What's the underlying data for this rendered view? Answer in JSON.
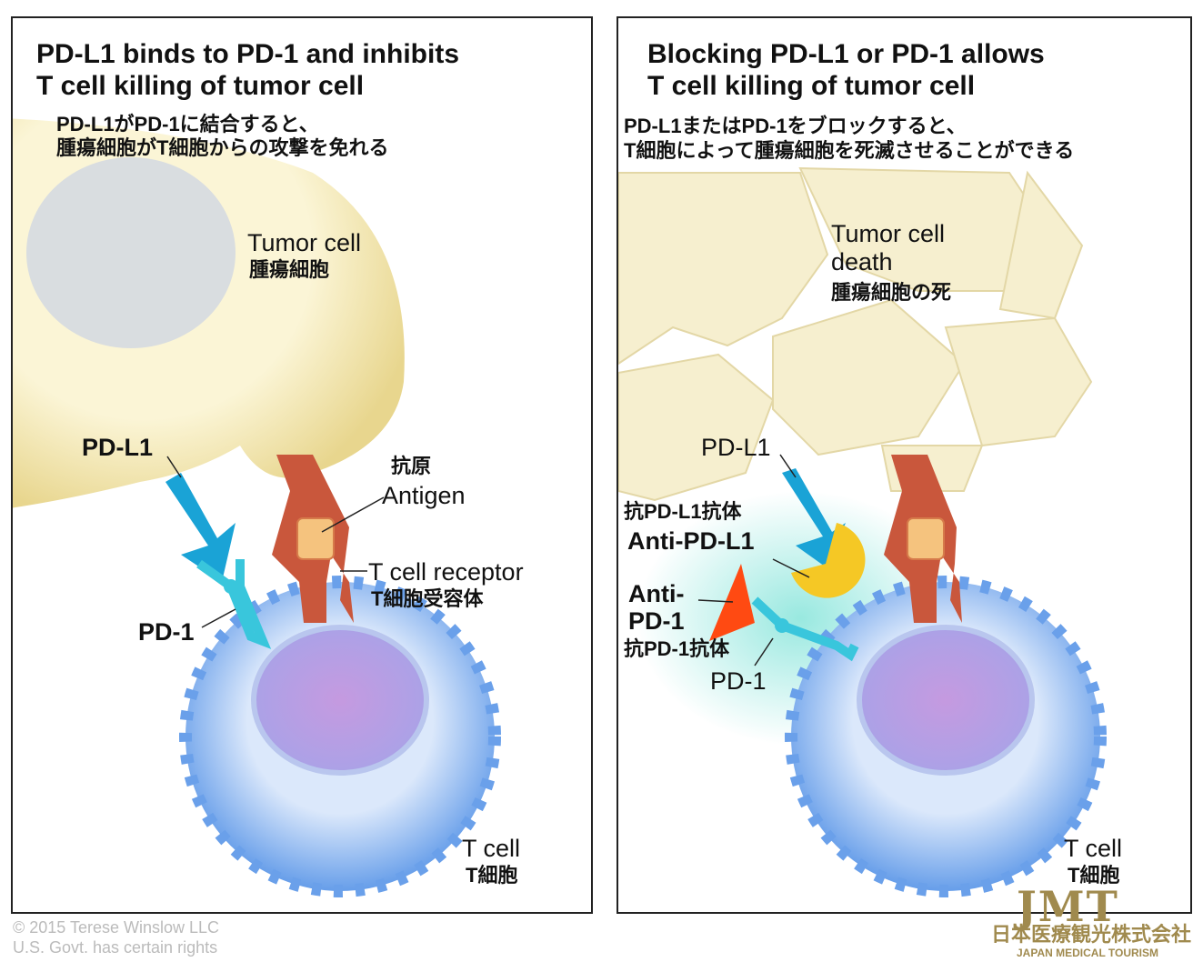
{
  "left_panel": {
    "title_line1": "PD-L1 binds to PD-1 and inhibits",
    "title_line2": "T cell killing of tumor cell",
    "jp_line1": "PD-L1がPD-1に結合すると、",
    "jp_line2": "腫瘍細胞がT細胞からの攻撃を免れる",
    "tumor_cell": "Tumor cell",
    "tumor_cell_jp": "腫瘍細胞",
    "pdl1": "PD-L1",
    "antigen_jp": "抗原",
    "antigen": "Antigen",
    "tcr": "T cell receptor",
    "tcr_jp": "T細胞受容体",
    "pd1": "PD-1",
    "tcell": "T cell",
    "tcell_jp": "T細胞"
  },
  "right_panel": {
    "title_line1": "Blocking PD-L1 or PD-1 allows",
    "title_line2": "T cell killing of tumor cell",
    "jp_line1": "PD-L1またはPD-1をブロックすると、",
    "jp_line2": "T細胞によって腫瘍細胞を死滅させることができる",
    "tumor_death_1": "Tumor cell",
    "tumor_death_2": "death",
    "tumor_death_jp": "腫瘍細胞の死",
    "pdl1": "PD-L1",
    "anti_pdl1_jp": "抗PD-L1抗体",
    "anti_pdl1": "Anti-PD-L1",
    "anti_pd1_1": "Anti-",
    "anti_pd1_2": "PD-1",
    "anti_pd1_jp": "抗PD-1抗体",
    "pd1": "PD-1",
    "tcell": "T cell",
    "tcell_jp": "T細胞"
  },
  "credit": {
    "line1": "© 2015 Terese Winslow LLC",
    "line2": "U.S. Govt. has certain rights"
  },
  "logo": {
    "mark": "JMT",
    "jp": "日本医療観光株式会社",
    "en": "JAPAN MEDICAL TOURISM"
  },
  "colors": {
    "tumor": "#f8efc4",
    "tcell": "#8fb6f0",
    "nucleus": "#c7a6e6",
    "pdl1": "#1aa3d6",
    "pd1": "#39c6dc",
    "tcr": "#c9573c",
    "antigen": "#f5c37e",
    "anti_pdl1": "#f5c825",
    "anti_pd1": "#ff4a12",
    "logo": "#a08a4e"
  }
}
